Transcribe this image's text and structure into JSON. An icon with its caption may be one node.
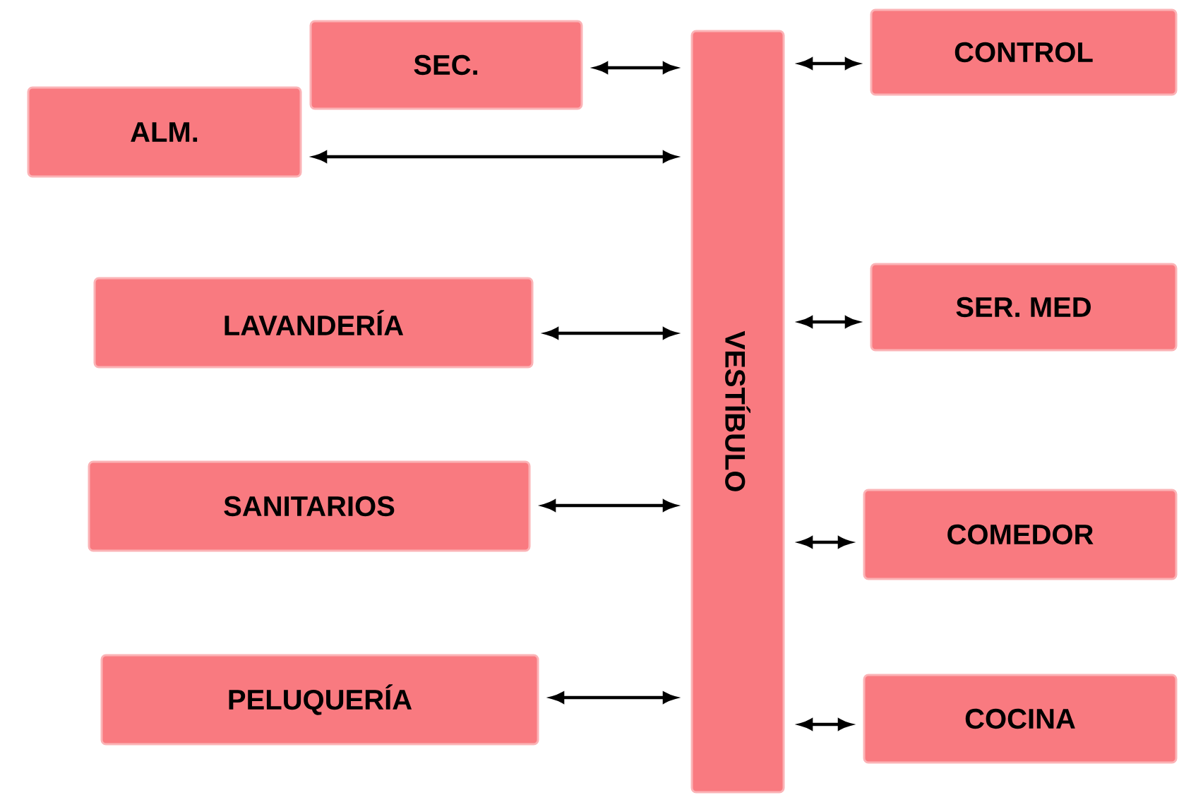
{
  "diagram": {
    "nodes": [
      {
        "text": [
          "SEC."
        ]
      },
      {
        "text": [
          "ALM."
        ]
      },
      {
        "text": [
          "LAVANDERÍA"
        ]
      },
      {
        "text": [
          "SANITARIOS"
        ]
      },
      {
        "text": [
          "PELUQUERÍA"
        ]
      },
      {
        "text": [
          "VESTÍBULO"
        ]
      },
      {
        "text": [
          "CONTROL"
        ]
      },
      {
        "text": [
          "SER. MED"
        ]
      },
      {
        "text": [
          "COMEDOR"
        ]
      },
      {
        "text": [
          "COCINA"
        ]
      }
    ],
    "edges": [
      {
        "from": 0,
        "to": 5,
        "arrow": "both"
      },
      {
        "from": 1,
        "to": 5,
        "arrow": "both"
      },
      {
        "from": 2,
        "to": 5,
        "arrow": "both"
      },
      {
        "from": 3,
        "to": 5,
        "arrow": "both"
      },
      {
        "from": 4,
        "to": 5,
        "arrow": "both"
      },
      {
        "from": 6,
        "to": 5,
        "arrow": "both"
      },
      {
        "from": 7,
        "to": 5,
        "arrow": "both"
      },
      {
        "from": 8,
        "to": 5,
        "arrow": "both"
      },
      {
        "from": 9,
        "to": 5,
        "arrow": "both"
      }
    ]
  }
}
